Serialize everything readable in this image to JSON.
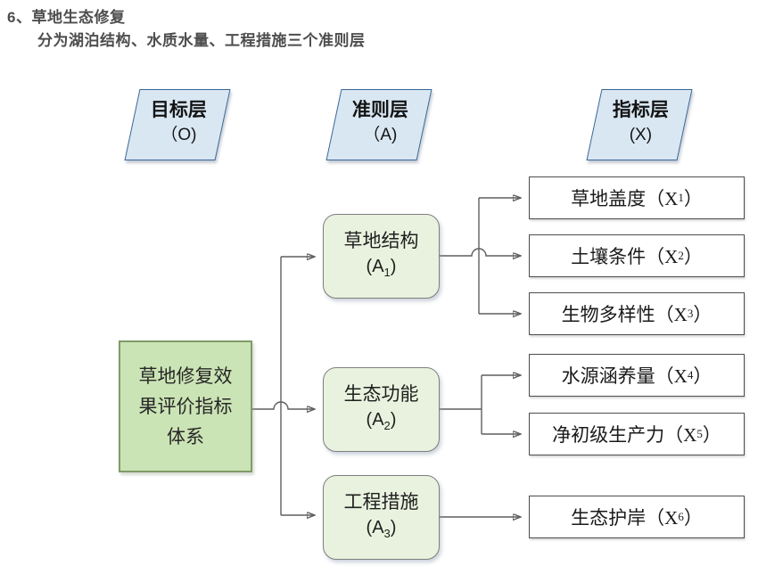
{
  "title": "6、草地生态修复",
  "subtitle": "分为湖泊结构、水质水量、工程措施三个准则层",
  "colors": {
    "header_fill": "#d9e7f3",
    "header_border": "#3c6795",
    "objective_fill": "#cbe4b5",
    "objective_border": "#7f9b66",
    "criteria_fill": "#e9f2de",
    "criteria_border": "#7f7f7f",
    "indicator_fill": "#ffffff",
    "indicator_border": "#4d4d4d",
    "connector_line": "#5f5f5f",
    "arrowhead": "#111111",
    "title_text": "#4d4d4d"
  },
  "headers": [
    {
      "line1": "目标层",
      "line2": "（O)"
    },
    {
      "line1": "准则层",
      "line2": "（A)"
    },
    {
      "line1": "指标层",
      "line2": "(X)"
    }
  ],
  "objective": {
    "lines": [
      "草地修复效",
      "果评价指标",
      "体系"
    ]
  },
  "criteria": [
    {
      "label": "草地结构",
      "open": "(A",
      "sub": "1",
      "close": ")"
    },
    {
      "label": "生态功能",
      "open": "(A",
      "sub": "2",
      "close": ")"
    },
    {
      "label": "工程措施",
      "open": "(A",
      "sub": "3",
      "close": ")"
    }
  ],
  "indicators": [
    {
      "label": "草地盖度",
      "open": "（X",
      "sub": "1",
      "close": "）"
    },
    {
      "label": "土壤条件",
      "open": "（X",
      "sub": "2",
      "close": "）"
    },
    {
      "label": "生物多样性",
      "open": "（X",
      "sub": "3",
      "close": "）"
    },
    {
      "label": "水源涵养量",
      "open": "（X",
      "sub": "4",
      "close": "）"
    },
    {
      "label": "净初级生产力",
      "open": "（X",
      "sub": "5",
      "close": "）"
    },
    {
      "label": "生态护岸",
      "open": "（X",
      "sub": "6",
      "close": "）"
    }
  ]
}
